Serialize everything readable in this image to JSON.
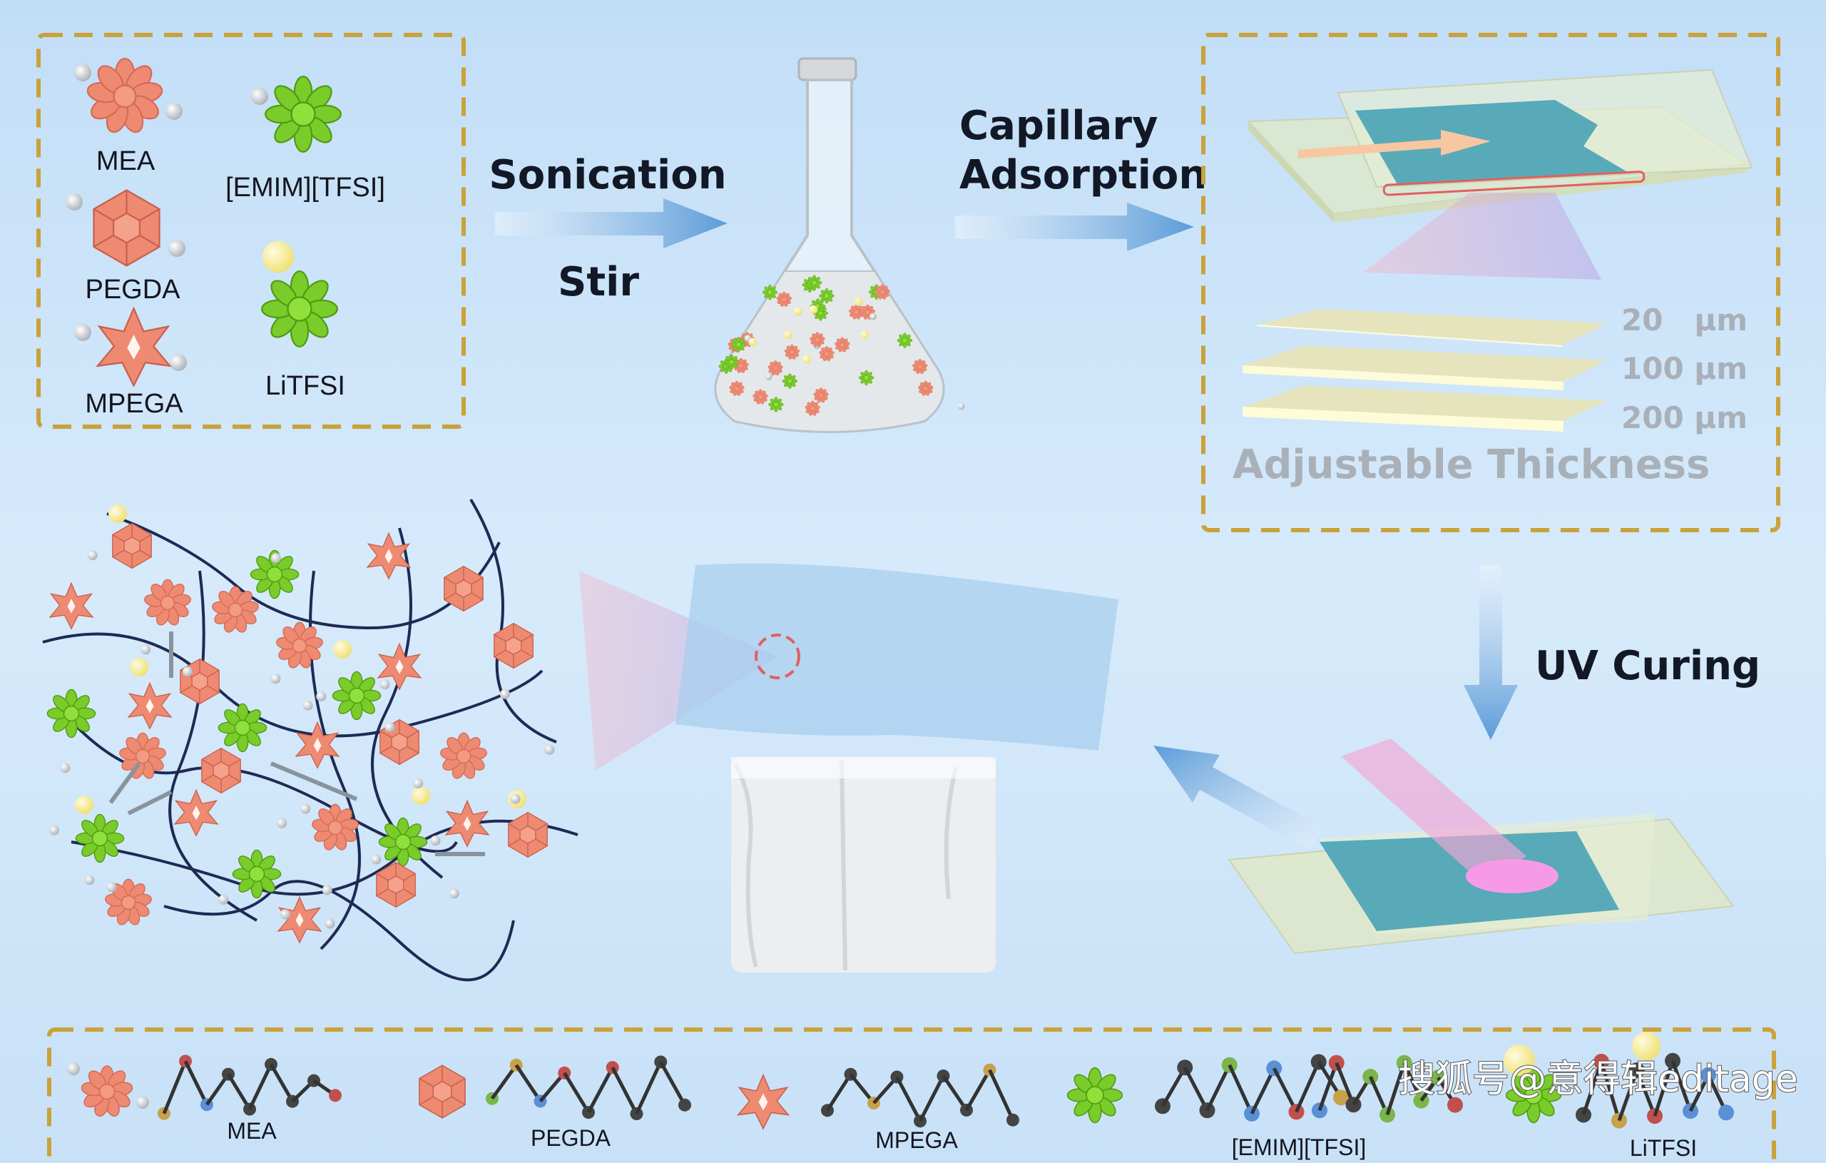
{
  "components_box": {
    "labels": {
      "mea": "MEA",
      "emim_tfsi": "[EMIM][TFSI]",
      "pegda": "PEGDA",
      "litfsi": "LiTFSI",
      "mpega": "MPEGA"
    }
  },
  "steps": {
    "sonication": "Sonication",
    "stir": "Stir",
    "capillary_line1": "Capillary",
    "capillary_line2": "Adsorption",
    "uv_curing": "UV Curing"
  },
  "thickness": {
    "options": [
      "20   μm",
      "100 μm",
      "200 μm"
    ],
    "title": "Adjustable Thickness"
  },
  "structures": {
    "labels": {
      "mea": "MEA",
      "pegda": "PEGDA",
      "mpega": "MPEGA",
      "emim_tfsi": "[EMIM][TFSI]",
      "litfsi": "LiTFSI"
    }
  },
  "watermark": "搜狐号@意得辑editage",
  "colors": {
    "frame": "#c9a23a",
    "monomer": "#ee8a72",
    "ionic_liquid": "#7acc2a",
    "lithium": "#f3ec8a",
    "arrow": "#5b9bd8"
  }
}
